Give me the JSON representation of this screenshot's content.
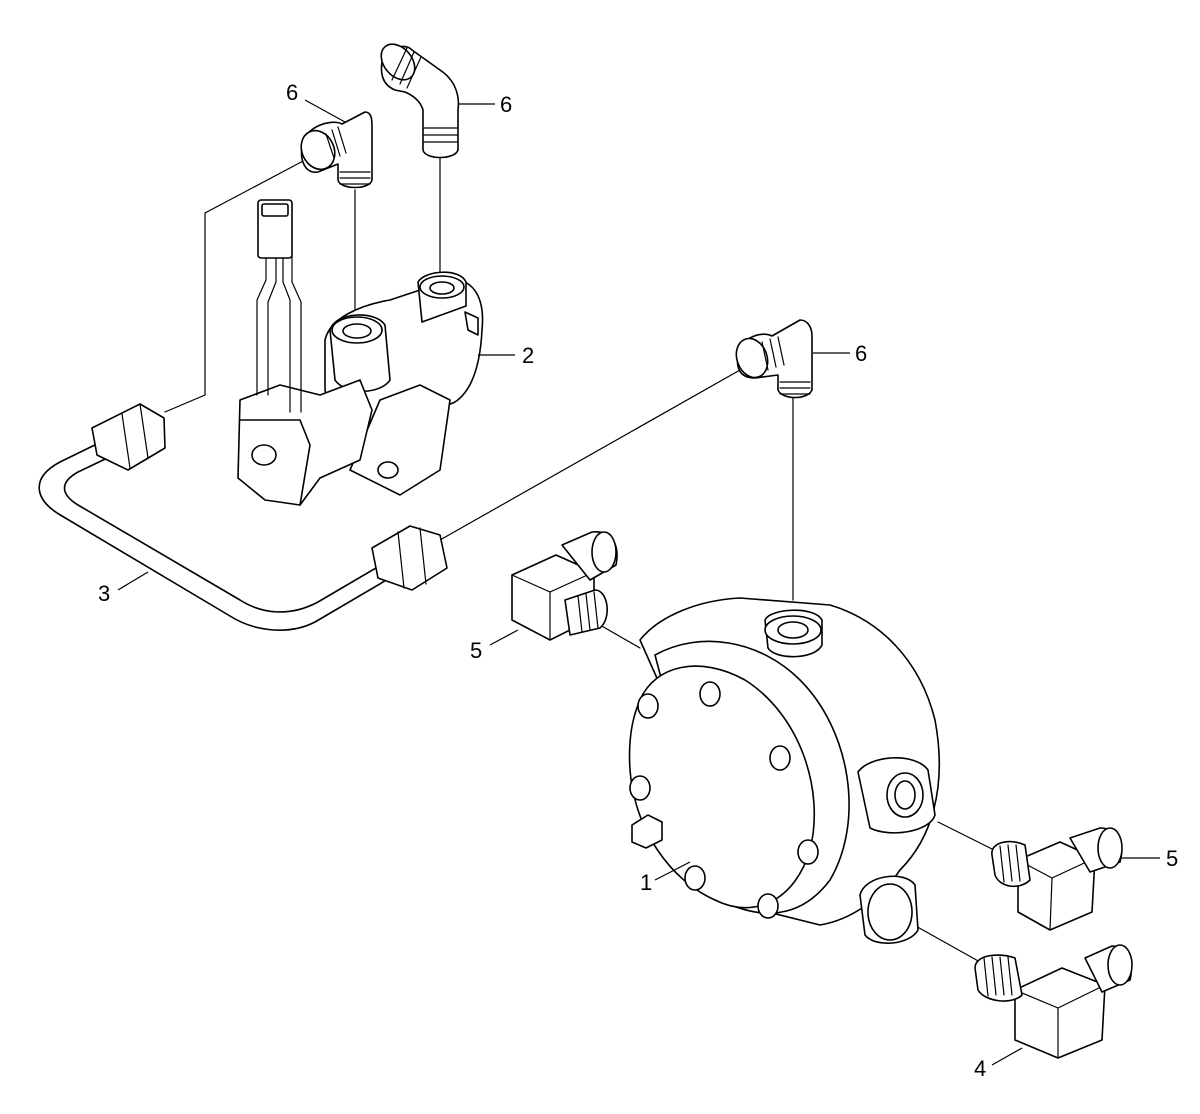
{
  "callouts": {
    "c1": "1",
    "c2": "2",
    "c3": "3",
    "c4": "4",
    "c5a": "5",
    "c5b": "5",
    "c6a": "6",
    "c6b": "6",
    "c6c": "6"
  },
  "colors": {
    "line": "#000000",
    "background": "#ffffff"
  }
}
